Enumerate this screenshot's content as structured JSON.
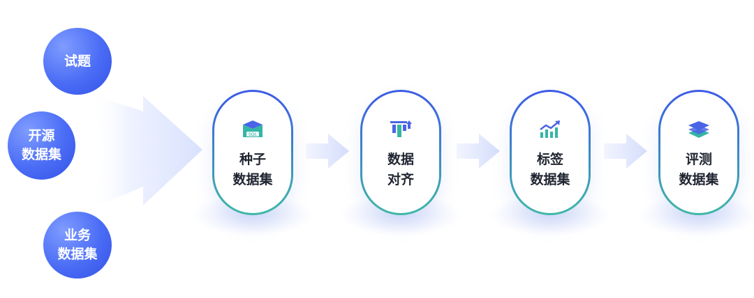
{
  "sources": [
    {
      "lines": [
        "试题",
        ""
      ]
    },
    {
      "lines": [
        "开源",
        "数据集"
      ]
    },
    {
      "lines": [
        "业务",
        "数据集"
      ]
    }
  ],
  "steps": [
    {
      "label": "种子\n数据集",
      "icon": "sql-database-icon",
      "icon_badge": "SQL"
    },
    {
      "label": "数据\n对齐",
      "icon": "align-bars-icon"
    },
    {
      "label": "标签\n数据集",
      "icon": "trend-chart-icon"
    },
    {
      "label": "评测\n数据集",
      "icon": "layers-stack-icon"
    }
  ],
  "colors": {
    "circle": "#4a6cf5",
    "pill_border_top": "#3c5ae8",
    "pill_border_bottom": "#3fb8a6",
    "icon_blue": "#4a64e6",
    "icon_teal": "#35b5a5",
    "arrow": "#dfe6fd"
  }
}
